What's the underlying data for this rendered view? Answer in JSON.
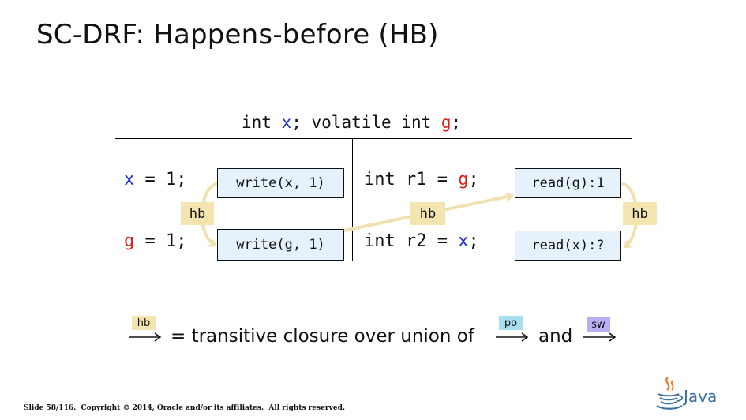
{
  "title": "SC-DRF: Happens-before (HB)",
  "header": {
    "prefix": "int ",
    "x": "x",
    "middle": "; volatile int ",
    "g": "g",
    "suffix": ";"
  },
  "left_thread": {
    "line1_var": "x",
    "line1_rest": " = 1;",
    "line2_var": "g",
    "line2_rest": " = 1;",
    "box1": "write(x, 1)",
    "box2": "write(g, 1)"
  },
  "right_thread": {
    "line1_prefix": "int r1 = ",
    "line1_var": "g",
    "line1_suffix": ";",
    "line2_prefix": "int r2 = ",
    "line2_var": "x",
    "line2_suffix": ";",
    "box1": "read(g):1",
    "box2": "read(x):?"
  },
  "hb_labels": {
    "left": "hb",
    "middle": "hb",
    "right": "hb"
  },
  "legend": {
    "hb_tag": "hb",
    "text1": "= transitive closure over union of",
    "po_tag": "po",
    "and": "and",
    "sw_tag": "sw"
  },
  "colors": {
    "var_blue": "#1f2fd6",
    "var_red": "#e21b1b",
    "box_fill": "#e6f2fb",
    "hb_fill": "#f4e4b0",
    "po_fill": "#a9ddf0",
    "sw_fill": "#b7b0f4",
    "arrow": "#f0e2b0"
  },
  "footer": "Slide 58/116.  Copyright © 2014, Oracle and/or its affiliates.  All rights reserved.",
  "logo": {
    "icon": "java-cup-icon",
    "text": "Java"
  }
}
